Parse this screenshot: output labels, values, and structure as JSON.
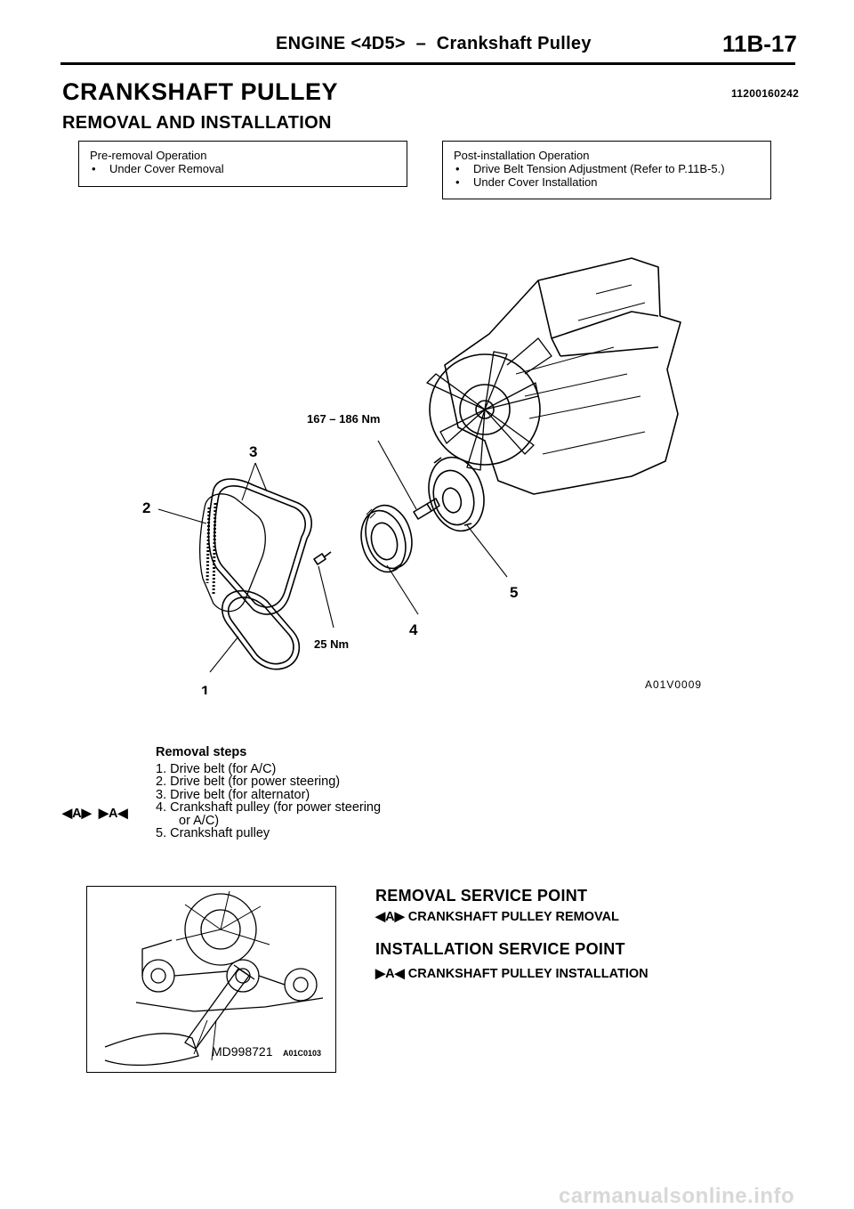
{
  "header": {
    "title": "ENGINE <4D5>  –  Crankshaft Pulley",
    "page": "11B-17"
  },
  "main": {
    "title": "CRANKSHAFT PULLEY",
    "ref_code": "11200160242",
    "subtitle": "REMOVAL AND INSTALLATION"
  },
  "pre_op": {
    "title": "Pre-removal Operation",
    "items": [
      "Under Cover Removal"
    ]
  },
  "post_op": {
    "title": "Post-installation Operation",
    "items": [
      "Drive Belt Tension Adjustment (Refer to P.11B-5.)",
      "Under Cover Installation"
    ]
  },
  "figure1": {
    "labels": [
      "1",
      "2",
      "3",
      "4",
      "5"
    ],
    "torque_upper": "167 – 186 Nm",
    "torque_lower": "25 Nm",
    "code": "A01V0009"
  },
  "removal_steps": {
    "title": "Removal steps",
    "items": [
      "1. Drive belt (for A/C)",
      "2. Drive belt (for power steering)",
      "3. Drive belt (for alternator)",
      "4. Crankshaft pulley (for power steering",
      "or A/C)",
      "5. Crankshaft pulley"
    ],
    "marks": "◀A▶  ▶A◀"
  },
  "figure2": {
    "tool": "MD998721",
    "code": "A01C0103"
  },
  "removal_point": {
    "heading": "REMOVAL SERVICE POINT",
    "item": "◀A▶ CRANKSHAFT PULLEY REMOVAL"
  },
  "install_point": {
    "heading": "INSTALLATION SERVICE POINT",
    "item": "▶A◀ CRANKSHAFT PULLEY INSTALLATION"
  },
  "footer": {
    "watermark": "carmanualsonline.info"
  }
}
